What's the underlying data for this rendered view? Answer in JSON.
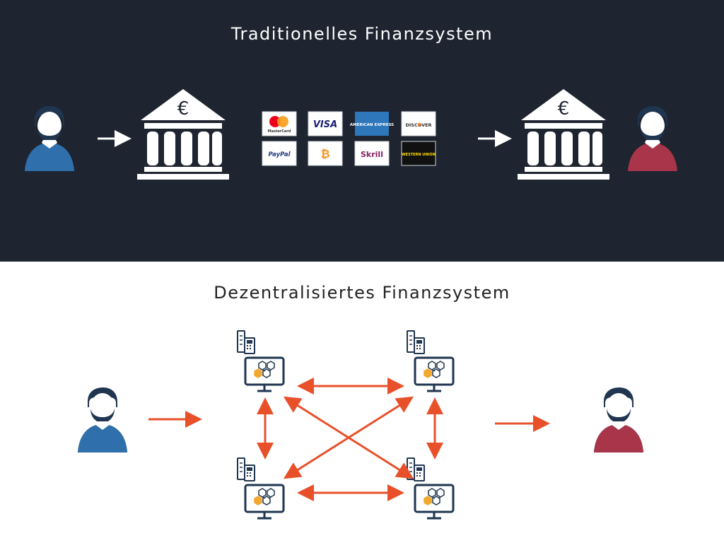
{
  "traditional": {
    "title": "Traditionelles Finanzsystem",
    "bank_symbol": "€",
    "payment_methods": [
      {
        "name": "Mastercard",
        "label": "MasterCard",
        "icon": "mastercard-icon"
      },
      {
        "name": "Visa",
        "label": "VISA",
        "icon": "visa-icon"
      },
      {
        "name": "American Express",
        "label": "AMERICAN EXPRESS",
        "icon": "american-express-icon"
      },
      {
        "name": "Discover",
        "label": "DISCOVER",
        "icon": "discover-icon"
      },
      {
        "name": "PayPal",
        "label": "PayPal",
        "icon": "paypal-icon"
      },
      {
        "name": "Bitcoin",
        "label": "₿",
        "icon": "bitcoin-icon"
      },
      {
        "name": "Skrill",
        "label": "Skrill",
        "icon": "skrill-icon"
      },
      {
        "name": "Western Union",
        "label": "WESTERN UNION",
        "icon": "western-union-icon"
      }
    ]
  },
  "decentralized": {
    "title": "Dezentralisiertes Finanzsystem"
  },
  "colors": {
    "dark_background": "#1e2430",
    "sender": "#2f6fab",
    "receiver": "#a8354a",
    "network_arrow": "#e8502a",
    "node_outline": "#1f3550",
    "node_accent": "#f0a830",
    "white": "#ffffff"
  }
}
